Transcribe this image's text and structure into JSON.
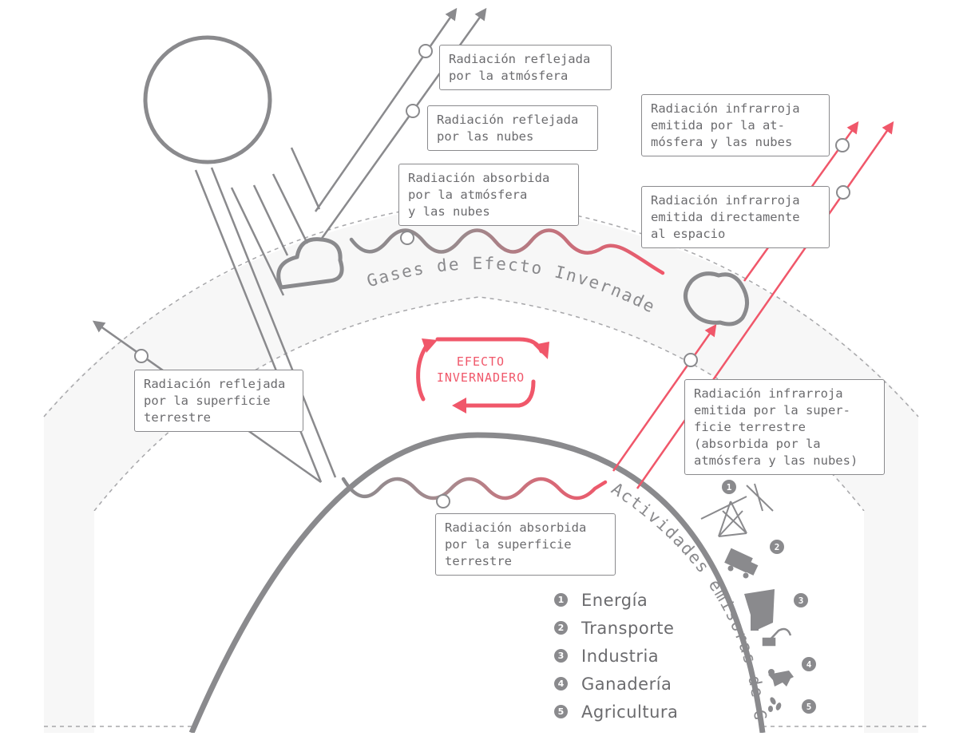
{
  "labels": {
    "reflected_atmosphere": "Radiación reflejada\npor la atmósfera",
    "reflected_clouds": "Radiación reflejada\npor las nubes",
    "absorbed_atmosphere": "Radiación absorbida\npor la atmósfera\ny las nubes",
    "ir_atmosphere_clouds": "Radiación infrarroja\nemitida por la at-\nmósfera y las nubes",
    "ir_direct_space": "Radiación infrarroja\nemitida directamente\nal espacio",
    "reflected_surface": "Radiación reflejada\npor la superficie\nterrestre",
    "ir_surface": "Radiación infrarroja\nemitida por la super-\nficie terrestre\n(absorbida por la\natmósfera y las nubes)",
    "absorbed_surface": "Radiación absorbida\npor la superficie\nterrestre"
  },
  "arc_labels": {
    "greenhouse_gases": "Gases de Efecto Invernadero",
    "activities": "Actividades emisoras de GEI"
  },
  "center": {
    "line1": "EFECTO",
    "line2": "INVERNADERO"
  },
  "legend": [
    {
      "num": "1",
      "label": "Energía"
    },
    {
      "num": "2",
      "label": "Transporte"
    },
    {
      "num": "3",
      "label": "Industria"
    },
    {
      "num": "4",
      "label": "Ganadería"
    },
    {
      "num": "5",
      "label": "Agricultura"
    }
  ],
  "icons": [
    "power-tower-icon",
    "truck-icon",
    "factory-icon",
    "cow-icon",
    "plant-icon"
  ],
  "colors": {
    "gray": "#8a8a8d",
    "red": "#f0576a",
    "band": "#f7f7f7"
  }
}
